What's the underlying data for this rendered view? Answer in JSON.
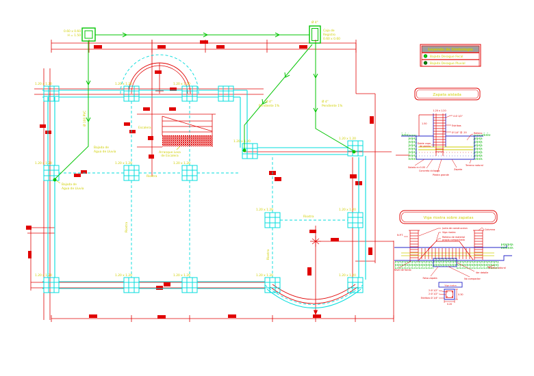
{
  "colors": {
    "wall_cyan": "#00dcdc",
    "dim_red": "#e00000",
    "utility_green": "#00c400",
    "label_yellow": "#cfcf00",
    "detail_blue": "#2222c8",
    "legend_header_bg": "#9e9e9e"
  },
  "plan": {
    "column_size_label": "1.20 x 1.20",
    "riostra_label": "Riostra",
    "stairs": {
      "label": "Escalera",
      "start_line1": "Arranque Losa",
      "start_line2": "de Escalera"
    },
    "rain_down": {
      "line1": "Bajada de",
      "line2": "Agua de Lluvia"
    },
    "pipe_slope": {
      "line1": "Ø 4\"",
      "line2": "Pendiente 1%"
    },
    "vent_label": "Ø 100 PVC",
    "box1": {
      "line1": "0.60 x 0.60",
      "line2": "H = 1.50"
    },
    "box2": {
      "top": "Ø 4\"",
      "line1": "Caja de",
      "line2": "Registro",
      "line3": "0.60 x 0.60"
    }
  },
  "legend": {
    "title": "Leyenda de Simbologia",
    "items": [
      {
        "label": "Bajada Desague Fecal"
      },
      {
        "label": "Bajada Desague Pluvial"
      }
    ]
  },
  "detail_zapata": {
    "title": "Zapata aislada",
    "labels": {
      "top": "1.20 x 1.20",
      "depth": "1.50",
      "rebar": "4 Ø 1/2\"",
      "stirrups1": "Estribos",
      "stirrups2": "Ø 1/4\" @ .20",
      "relleno": "Relleno",
      "doble1": "Doble capa",
      "doble2": "de piedra",
      "b1": "Solado e=0.05",
      "b2": "Concreto ciclopeo",
      "b3": "Piedra grande",
      "b4": "Zapata",
      "b5": "Terreno natural"
    }
  },
  "detail_viga": {
    "title": "Viga riostra sobre zapatas",
    "labels": {
      "l1": "Junta de construccion",
      "l2": "Viga riostra",
      "l3": "Relleno de material",
      "l4": "propio compactado",
      "npt": "N.P.T.",
      "col_right": "Columna",
      "b1": "Falsa zapata",
      "b2": "No compactar",
      "b3": "Ver detalle",
      "b4": "Terreno natural",
      "b5": "Nivel de fondo"
    },
    "section": {
      "title": "Viga riostra",
      "s1": "2 Ø 1/2\"",
      "s2": "2 Ø 1/2\"",
      "s3": "Estribos Ø 1/4\"",
      "dim_w": "0.20",
      "dim_h": "0.30"
    }
  }
}
